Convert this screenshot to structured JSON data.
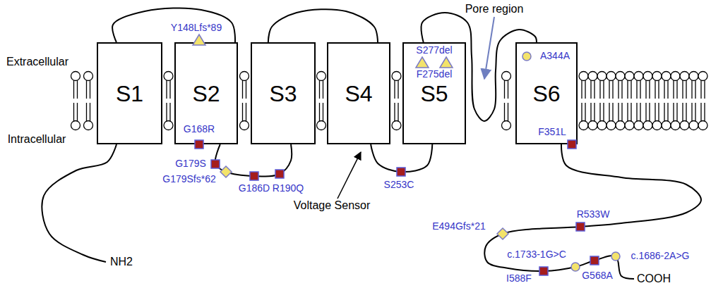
{
  "diagram": {
    "nodes": [
      {
        "text": [
          "S1"
        ]
      },
      {
        "text": [
          "S2"
        ]
      },
      {
        "text": [
          "S3"
        ]
      },
      {
        "text": [
          "S4"
        ]
      },
      {
        "text": [
          "S5"
        ]
      },
      {
        "text": [
          "S6"
        ]
      }
    ],
    "edges": [
      {
        "from": 0,
        "to": 1,
        "arrow": "none"
      },
      {
        "from": 1,
        "to": 2,
        "arrow": "none"
      },
      {
        "from": 2,
        "to": 3,
        "arrow": "none"
      },
      {
        "from": 3,
        "to": 4,
        "arrow": "none"
      },
      {
        "from": 4,
        "to": 5,
        "arrow": "none"
      }
    ],
    "labels": [
      "Extracellular",
      "Intracellular",
      "Pore region",
      "Voltage Sensor",
      "NH2",
      "COOH",
      "Y148Lfs*89",
      "G168R",
      "G179S",
      "G179Sfs*62",
      "G186D",
      "R190Q",
      "S253C",
      "S277del",
      "F275del",
      "A344A",
      "F351L",
      "E494Gfs*21",
      "R533W",
      "c.1733-1G>C",
      "c.1686-2A>G",
      "G568A",
      "I588F"
    ]
  }
}
